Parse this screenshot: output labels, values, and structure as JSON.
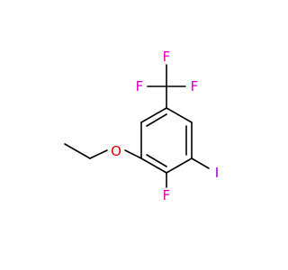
{
  "molecule": {
    "atoms": {
      "f1": {
        "label": "F",
        "color": "#e000c0"
      },
      "f2": {
        "label": "F",
        "color": "#e000c0"
      },
      "f3": {
        "label": "F",
        "color": "#e000c0"
      },
      "o1": {
        "label": "O",
        "color": "#e00000"
      },
      "f4": {
        "label": "F",
        "color": "#e000c0"
      },
      "i1": {
        "label": "I",
        "color": "#9a00c8"
      }
    },
    "bond_color": "#000000"
  }
}
